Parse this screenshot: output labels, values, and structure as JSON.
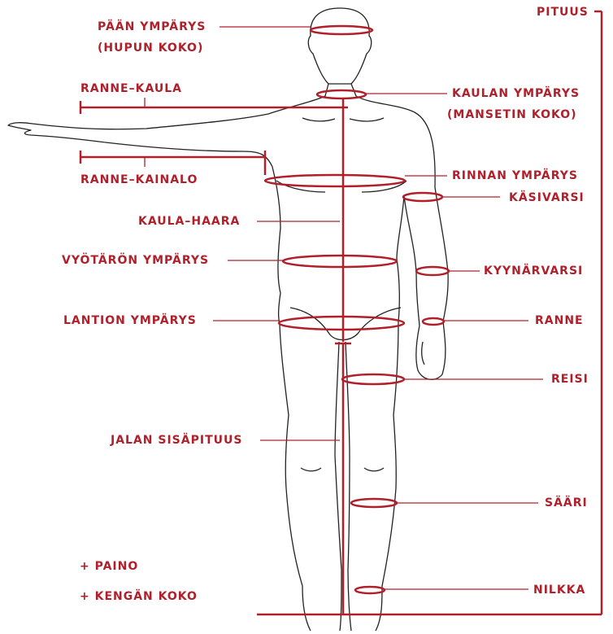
{
  "labels": {
    "head": "PÄÄN YMPÄRYS",
    "head_sub": "(HUPUN KOKO)",
    "height": "PITUUS",
    "wrist_neck": "RANNE–KAULA",
    "neck": "KAULAN YMPÄRYS",
    "neck_sub": "(MANSETIN KOKO)",
    "wrist_armpit": "RANNE–KAINALO",
    "chest": "RINNAN YMPÄRYS",
    "upper_arm": "KÄSIVARSI",
    "torso": "KAULA–HAARA",
    "waist": "VYÖTÄRÖN YMPÄRYS",
    "forearm": "KYYNÄRVARSI",
    "hip": "LANTION YMPÄRYS",
    "wrist": "RANNE",
    "thigh": "REISI",
    "inseam": "JALAN SISÄPITUUS",
    "calf": "SÄÄRI",
    "weight": "+ PAINO",
    "shoe": "+ KENGÄN KOKO",
    "ankle": "NILKKA"
  },
  "colors": {
    "accent": "#b0202a",
    "outline": "#222222"
  }
}
